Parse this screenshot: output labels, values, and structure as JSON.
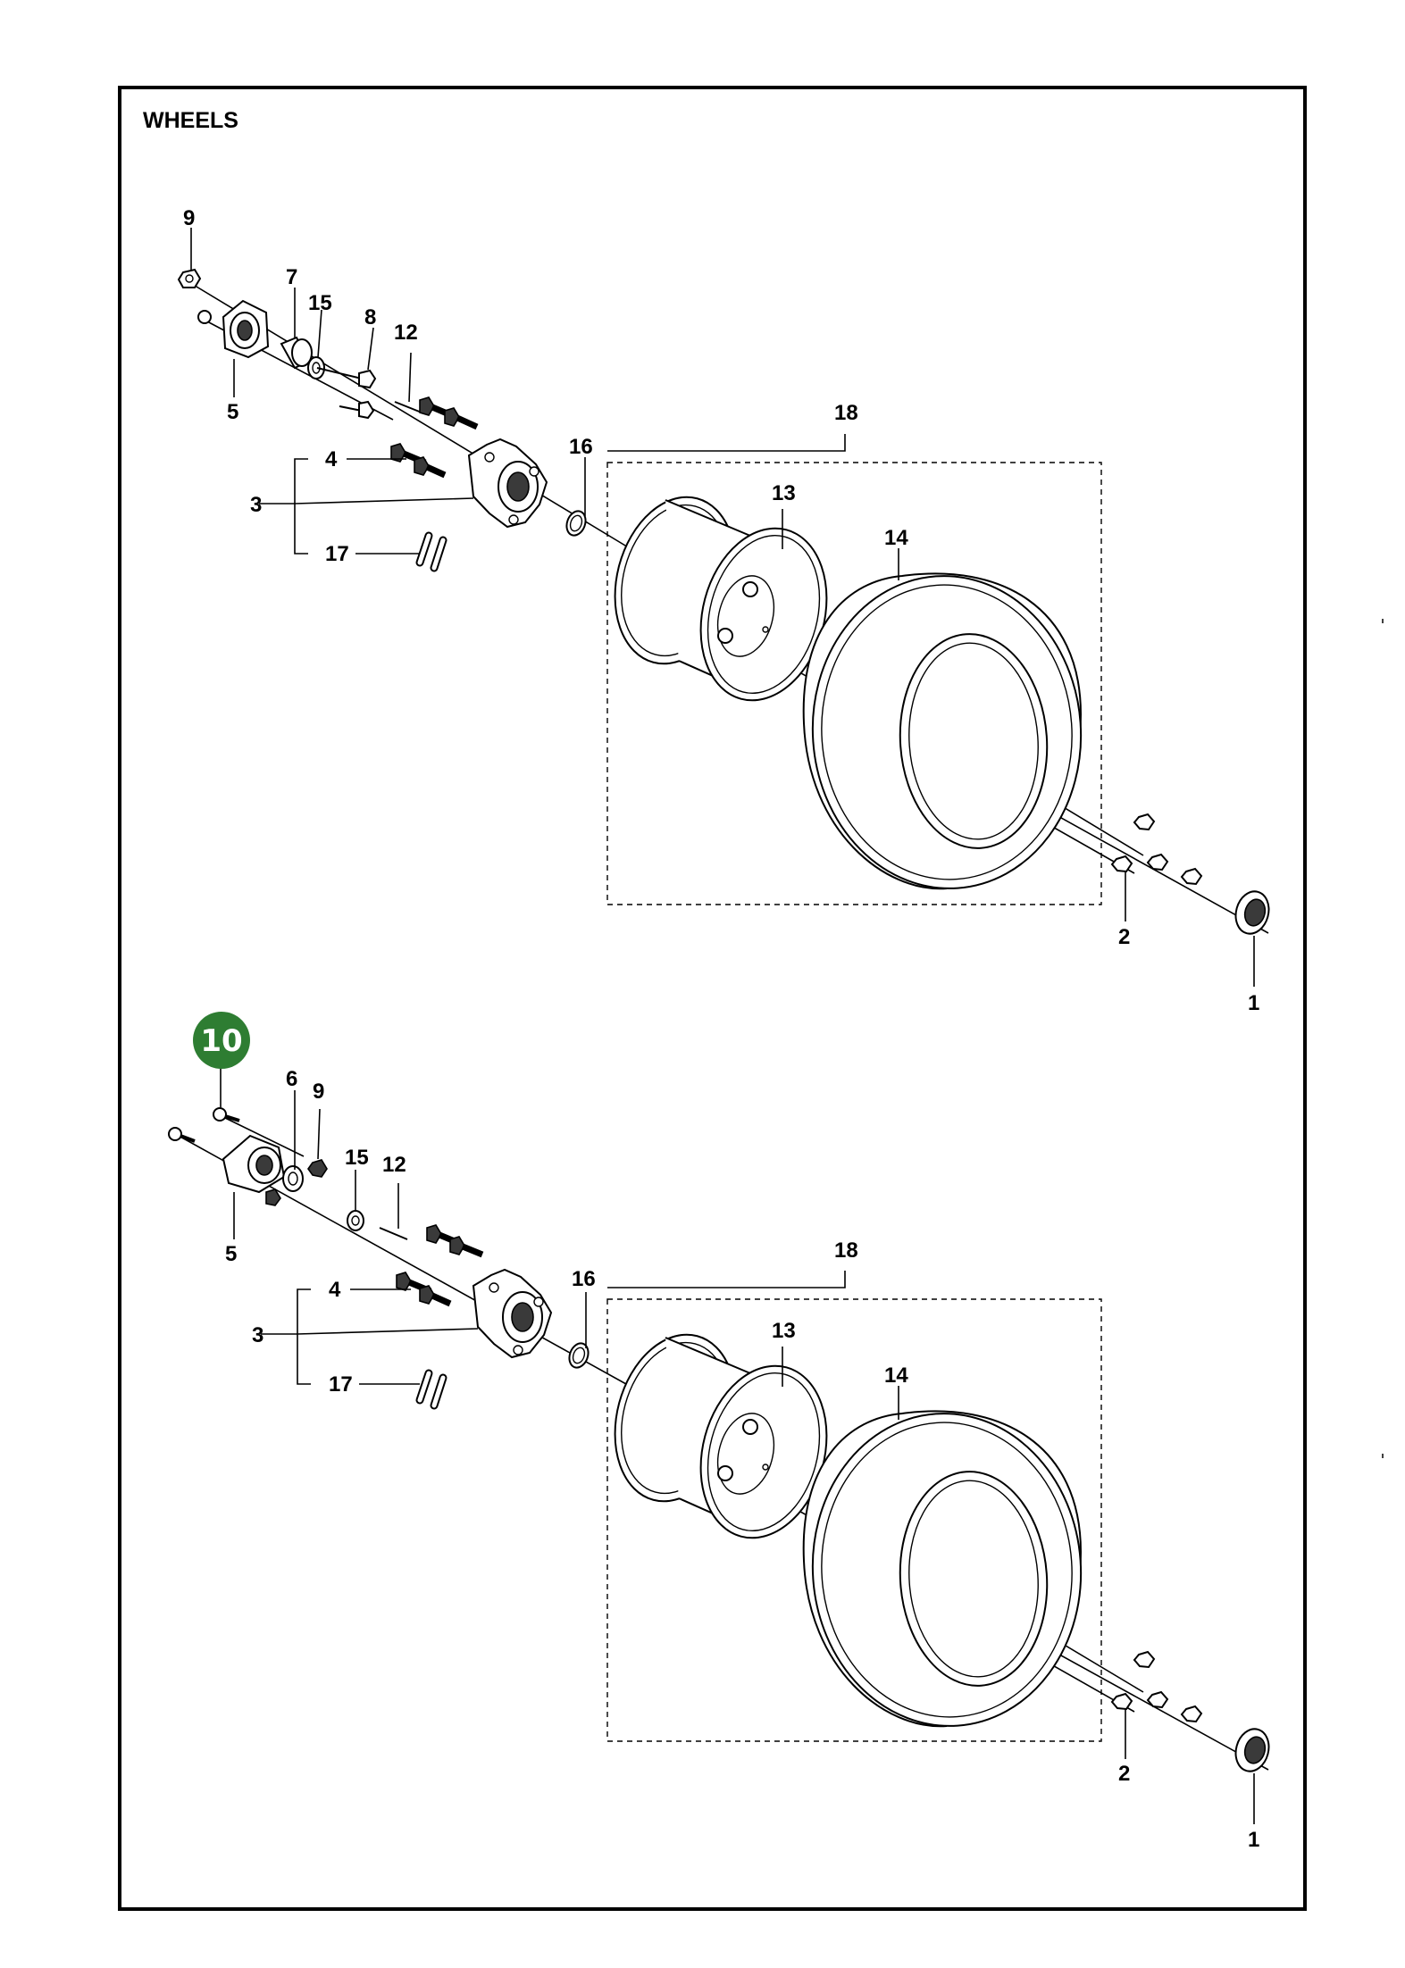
{
  "title": "WHEELS",
  "highlight": {
    "label": "10",
    "color": "#2e7d32"
  },
  "top_assembly": {
    "labels": {
      "p9": "9",
      "p7": "7",
      "p15": "15",
      "p8": "8",
      "p12": "12",
      "p5": "5",
      "p18": "18",
      "p4": "4",
      "p16": "16",
      "p3": "3",
      "p13": "13",
      "p14": "14",
      "p17": "17",
      "p2": "2",
      "p1": "1"
    }
  },
  "bottom_assembly": {
    "labels": {
      "p6": "6",
      "p9": "9",
      "p15": "15",
      "p12": "12",
      "p5": "5",
      "p18": "18",
      "p4": "4",
      "p16": "16",
      "p13": "13",
      "p3": "3",
      "p14": "14",
      "p17": "17",
      "p2": "2",
      "p1": "1"
    }
  }
}
